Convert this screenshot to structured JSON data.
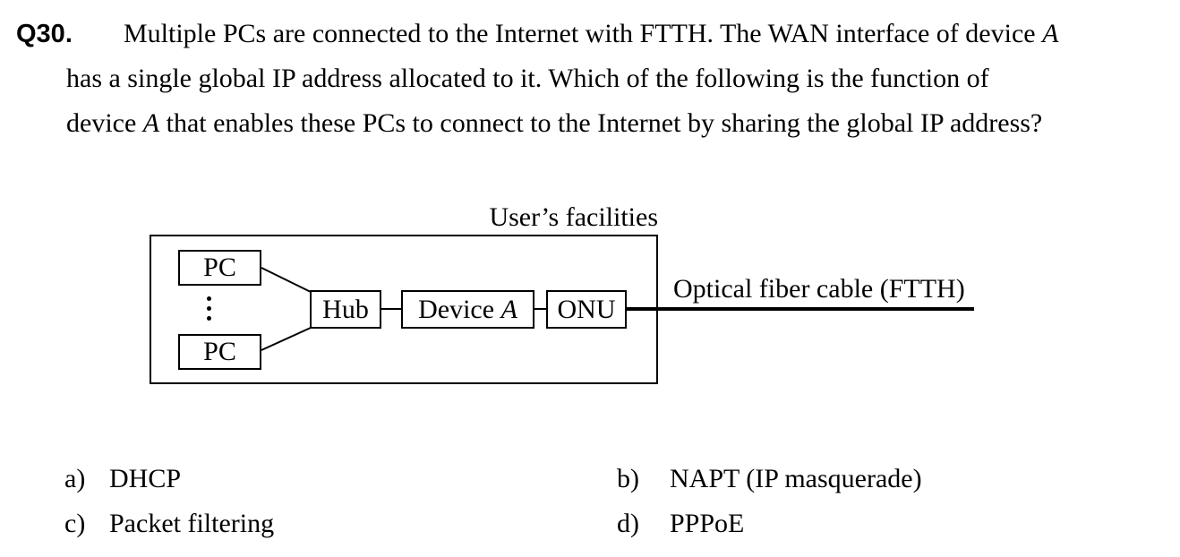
{
  "colors": {
    "ink": "#000000",
    "paper": "#ffffff"
  },
  "question": {
    "number": "Q30.",
    "lines": [
      [
        {
          "t": "Multiple PCs are connected to the Internet with FTTH. The WAN interface of device "
        },
        {
          "t": "A",
          "i": true
        }
      ],
      [
        {
          "t": "has a single global IP address allocated to it. Which of the following is the function of"
        }
      ],
      [
        {
          "t": "device "
        },
        {
          "t": "A",
          "i": true
        },
        {
          "t": " that enables these PCs to connect to the Internet by sharing the global IP address?"
        }
      ]
    ]
  },
  "diagram": {
    "facility_label": "User’s facilities",
    "pc_top_label": "PC",
    "pc_bottom_label": "PC",
    "ellipsis": "⋮",
    "hub_label": "Hub",
    "device_label_runs": [
      {
        "t": "Device "
      },
      {
        "t": "A",
        "i": true
      }
    ],
    "onu_label": "ONU",
    "fiber_label": "Optical fiber cable (FTTH)"
  },
  "options": [
    {
      "letter": "a)",
      "label": "DHCP"
    },
    {
      "letter": "b)",
      "label": "NAPT (IP masquerade)"
    },
    {
      "letter": "c)",
      "label": "Packet filtering"
    },
    {
      "letter": "d)",
      "label": "PPPoE"
    }
  ]
}
